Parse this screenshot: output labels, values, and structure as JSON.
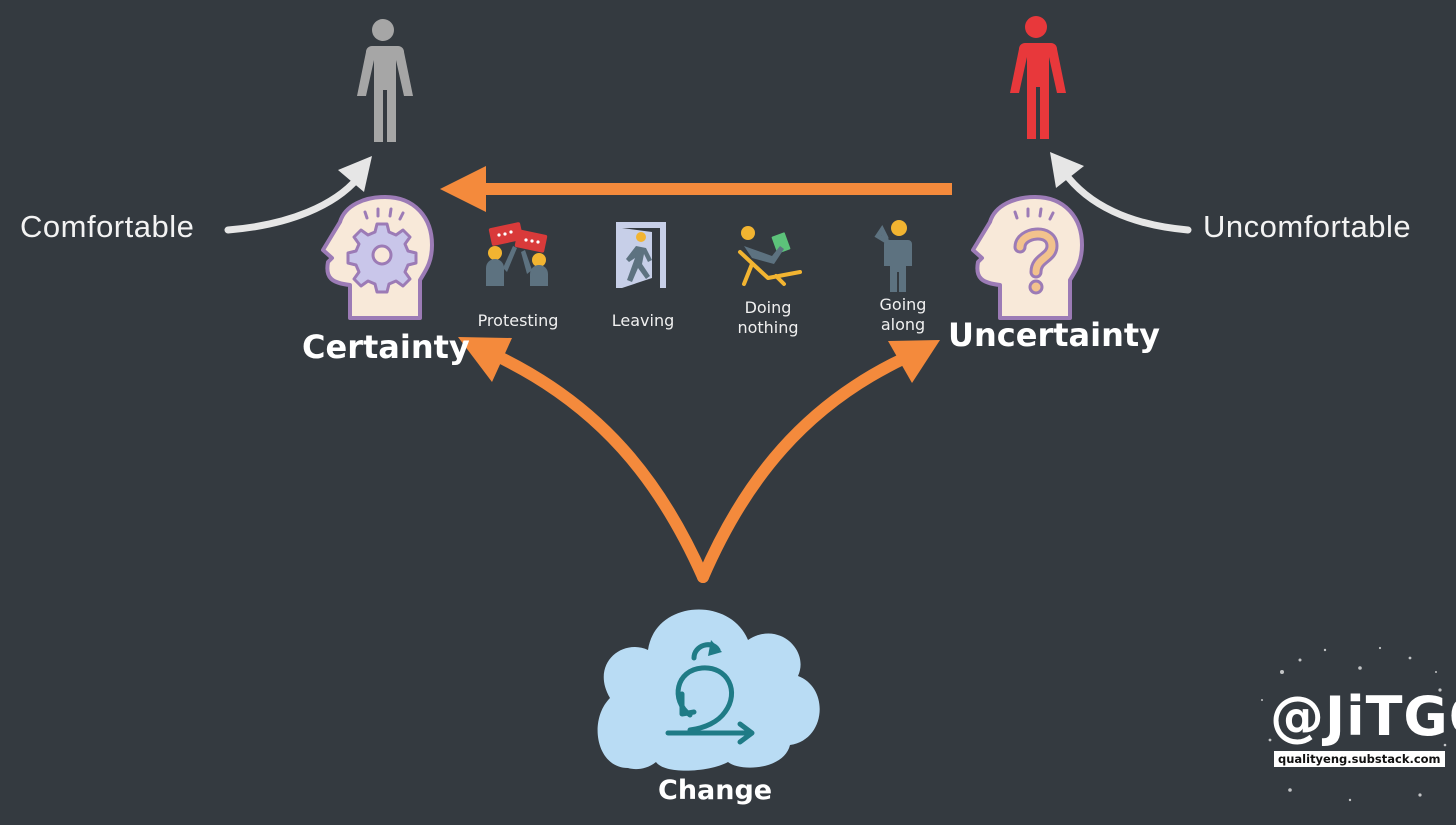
{
  "labels": {
    "comfortable": "Comfortable",
    "uncomfortable": "Uncomfortable",
    "certainty": "Certainty",
    "uncertainty": "Uncertainty",
    "change": "Change"
  },
  "reactions": [
    {
      "label": "Protesting",
      "icon": "protest-icon"
    },
    {
      "label": "Leaving",
      "icon": "exit-door-icon"
    },
    {
      "label": "Doing nothing",
      "label_lines": [
        "Doing",
        "nothing"
      ],
      "icon": "lounge-chair-icon"
    },
    {
      "label": "Going along",
      "label_lines": [
        "Going",
        "along"
      ],
      "icon": "follower-icon"
    }
  ],
  "brand": {
    "handle": "@JiTGO",
    "url": "qualityeng.substack.com"
  },
  "colors": {
    "background": "#343a40",
    "arrow": "#f48a3c",
    "comfortable_person": "#a6a6a6",
    "uncomfortable_person": "#e8383b",
    "head_fill": "#f8e9d9",
    "head_stroke": "#9c7bb6",
    "cloud": "#b9dcf4",
    "change_icon": "#1f7b86",
    "white_arrow": "#e6e6e6"
  }
}
